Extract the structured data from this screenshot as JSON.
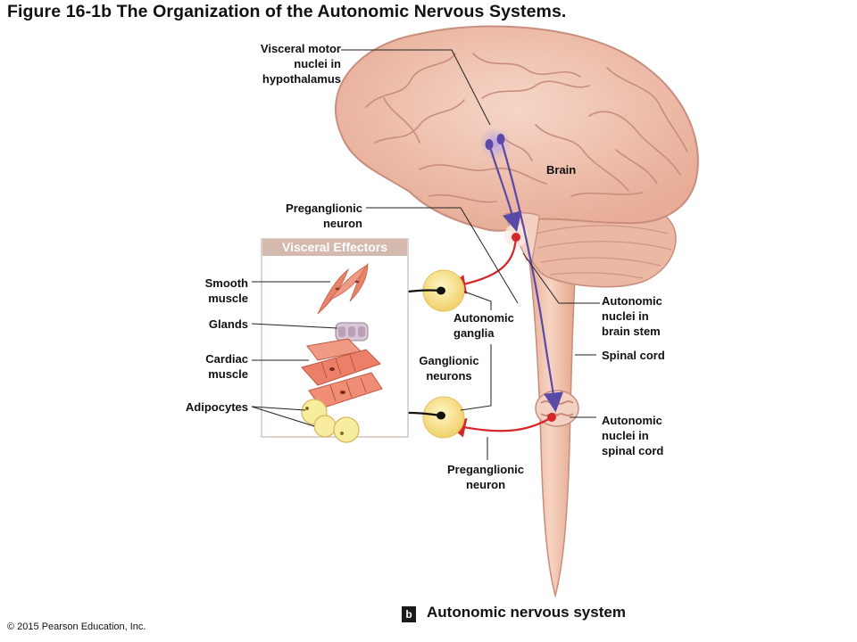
{
  "title": "Figure 16-1b The Organization of the Autonomic Nervous Systems.",
  "labels": {
    "visceral_motor": "Visceral motor\nnuclei in\nhypothalamus",
    "brain": "Brain",
    "preganglionic_top": "Preganglionic\nneuron",
    "smooth_muscle": "Smooth\nmuscle",
    "glands": "Glands",
    "cardiac_muscle": "Cardiac\nmuscle",
    "adipocytes": "Adipocytes",
    "autonomic_ganglia": "Autonomic\nganglia",
    "ganglionic_neurons": "Ganglionic\nneurons",
    "preganglionic_bottom": "Preganglionic\nneuron",
    "autonomic_brainstem": "Autonomic\nnuclei in\nbrain stem",
    "spinal_cord": "Spinal cord",
    "autonomic_spinal": "Autonomic\nnuclei in\nspinal cord"
  },
  "effectors_title": "Visceral Effectors",
  "panel_badge": "b",
  "caption": "Autonomic nervous system",
  "copyright": "© 2015 Pearson Education, Inc.",
  "colors": {
    "brain_fill": "#f0c7b5",
    "brain_stroke": "#c98d7d",
    "cord_fill": "#f2c6b0",
    "neuron_purple": "#5b49a8",
    "neuron_red": "#d6262a",
    "ganglion_fill": "#f7e08a",
    "leader_line": "#222222"
  }
}
